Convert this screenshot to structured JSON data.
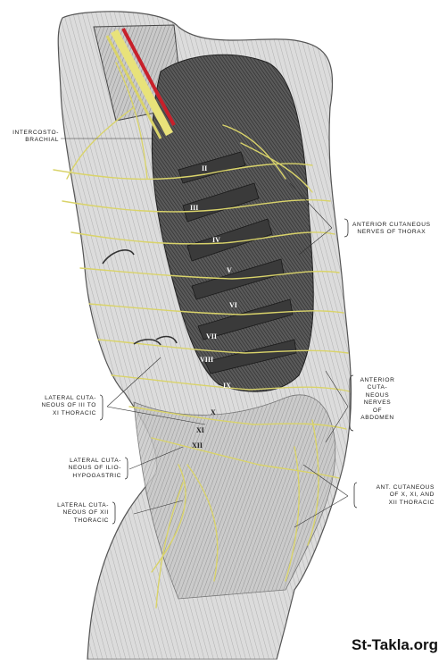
{
  "labels": {
    "intercostobrachial": [
      "INTERCOSTO-",
      "BRACHIAL"
    ],
    "anterior_cutaneous_thorax": [
      "ANTERIOR CUTANEOUS",
      "NERVES OF THORAX"
    ],
    "anterior_cutaneous_abdomen": [
      "ANTERIOR",
      "CUTA-",
      "NEOUS",
      "NERVES",
      "OF",
      "ABDOMEN"
    ],
    "lateral_cutaneous_iii_xi": [
      "LATERAL CUTA-",
      "NEOUS OF III TO",
      "XI THORACIC"
    ],
    "lateral_cutaneous_iliohypogastric": [
      "LATERAL CUTA-",
      "NEOUS OF ILIO-",
      "HYPOGASTRIC"
    ],
    "lateral_cutaneous_xii": [
      "LATERAL CUTA-",
      "NEOUS OF XII",
      "THORACIC"
    ],
    "ant_cutaneous_x_xi_xii": [
      "ANT. CUTANEOUS",
      "OF X, XI, AND",
      "XII THORACIC"
    ]
  },
  "rib_numerals": [
    "II",
    "III",
    "IV",
    "V",
    "VI",
    "VII",
    "VIII",
    "IX",
    "X",
    "XI",
    "XII"
  ],
  "watermark": "St-Takla.org",
  "colors": {
    "nerve": "#d9d36a",
    "artery": "#c8202a",
    "muscle": "#4a4a4a",
    "skin": "#b9b9b9"
  }
}
